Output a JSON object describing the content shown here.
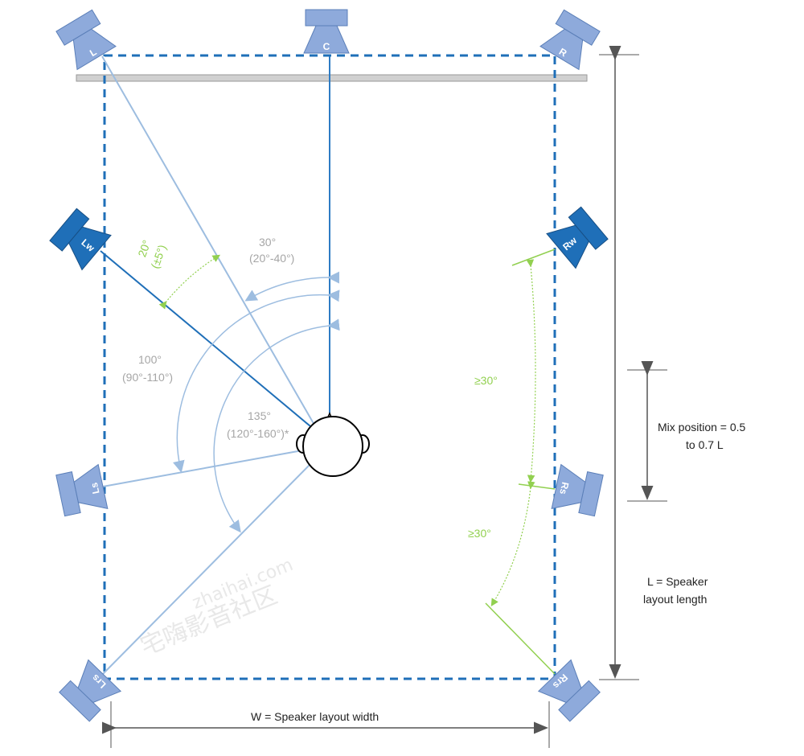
{
  "colors": {
    "speaker_light": "#8eaadb",
    "speaker_dark": "#1f6fb8",
    "layout_border": "#1f6fb8",
    "line_light": "#9dbde0",
    "accent_green": "#92d050",
    "annotation_grey": "#a6a6a6",
    "screen": "#d0d0d0"
  },
  "speakers": {
    "L": "L",
    "C": "C",
    "R": "R",
    "Lw": "Lw",
    "Rw": "Rw",
    "Ls": "Ls",
    "Rs": "Rs",
    "Lrs": "Lrs",
    "Rrs": "Rrs"
  },
  "angles": {
    "front": {
      "value": "30°",
      "range": "(20°-40°)"
    },
    "wide": {
      "value": "20°",
      "range": "(±5°)"
    },
    "side": {
      "value": "100°",
      "range": "(90°-110°)"
    },
    "rear": {
      "value": "135°",
      "range": "(120°-160°)*"
    },
    "right_upper": "≥30°",
    "right_lower": "≥30°"
  },
  "dimensions": {
    "mix_line1": "Mix position = 0.5",
    "mix_line2": "to 0.7 L",
    "length_line1": "L = Speaker",
    "length_line2": "layout length",
    "width": "W = Speaker layout width"
  },
  "watermark": {
    "url": "zhaihai.com",
    "name": "宅嗨影音社区"
  }
}
